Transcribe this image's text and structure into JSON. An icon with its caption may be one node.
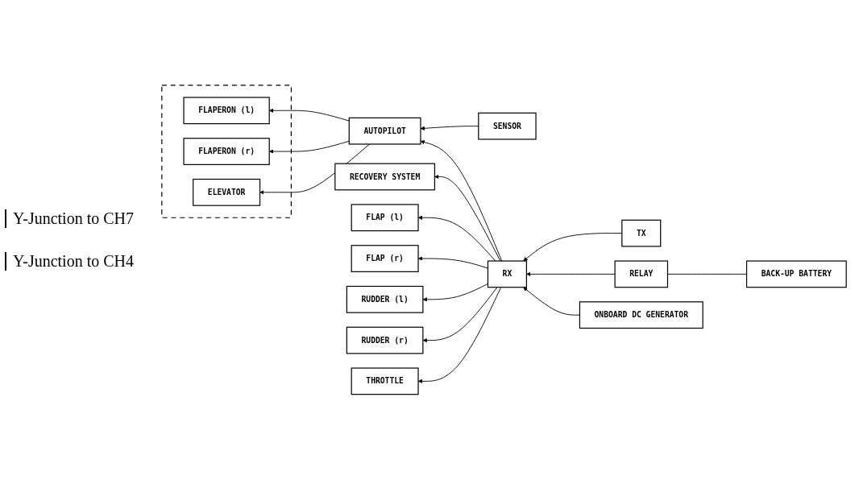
{
  "diagram": {
    "nodes": [
      {
        "text": [],
        "shape": "box"
      },
      {
        "text": [
          "FLAPERON (l)"
        ],
        "in": 0
      },
      {
        "text": [
          "FLAPERON (r)"
        ],
        "in": 0
      },
      {
        "text": [
          "ELEVATOR"
        ],
        "in": 0
      },
      {
        "text": [
          "SENSOR"
        ]
      },
      {
        "text": [
          "RECOVERY SYSTEM"
        ]
      },
      {
        "text": [
          "AUTOPILOT"
        ]
      },
      {
        "text": [
          "RX"
        ]
      },
      {
        "text": [
          "TX"
        ]
      },
      {
        "text": [
          "RELAY"
        ]
      },
      {
        "text": [
          "FLAP (l)"
        ]
      },
      {
        "text": [
          "FLAP (r)"
        ]
      },
      {
        "text": [
          "RUDDER (l)"
        ]
      },
      {
        "text": [
          "RUDDER (r)"
        ]
      },
      {
        "text": [
          "ONBOARD DC GENERATOR"
        ]
      },
      {
        "text": [
          "BACK-UP BATTERY"
        ]
      },
      {
        "text": [
          "THROTTLE"
        ]
      }
    ],
    "edges": [
      {
        "from": 4,
        "to": 6,
        "arrow": "to"
      },
      {
        "from": 6,
        "to": 1,
        "arrow": "to"
      },
      {
        "from": 6,
        "to": 2,
        "arrow": "to"
      },
      {
        "from": 6,
        "to": 3,
        "arrow": "to"
      },
      {
        "from": 7,
        "to": 6,
        "arrow": "to"
      },
      {
        "from": 8,
        "to": 7,
        "arrow": "to"
      },
      {
        "from": 7,
        "to": 5,
        "arrow": "to"
      },
      {
        "from": 9,
        "to": 7,
        "arrow": "to"
      },
      {
        "from": 14,
        "to": 7,
        "arrow": "to"
      },
      {
        "from": 15,
        "to": 9,
        "arrow": "none"
      },
      {
        "from": 7,
        "to": 10,
        "arrow": "to"
      },
      {
        "from": 7,
        "to": 11,
        "arrow": "to"
      },
      {
        "from": 7,
        "to": 12,
        "arrow": "to"
      },
      {
        "from": 7,
        "to": 13,
        "arrow": "to"
      },
      {
        "from": 7,
        "to": 16,
        "arrow": "to"
      }
    ],
    "labels": [
      "Y-Junction to CH7",
      "Y-Junction to CH4"
    ]
  }
}
